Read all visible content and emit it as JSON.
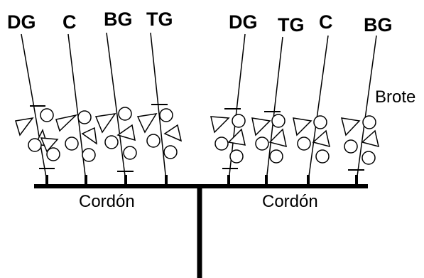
{
  "labels": {
    "left_group": [
      "DG",
      "C",
      "BG",
      "TG"
    ],
    "right_group": [
      "DG",
      "TG",
      "C",
      "BG"
    ],
    "bud": "Brote",
    "cordon_left": "Cordón",
    "cordon_right": "Cordón"
  }
}
